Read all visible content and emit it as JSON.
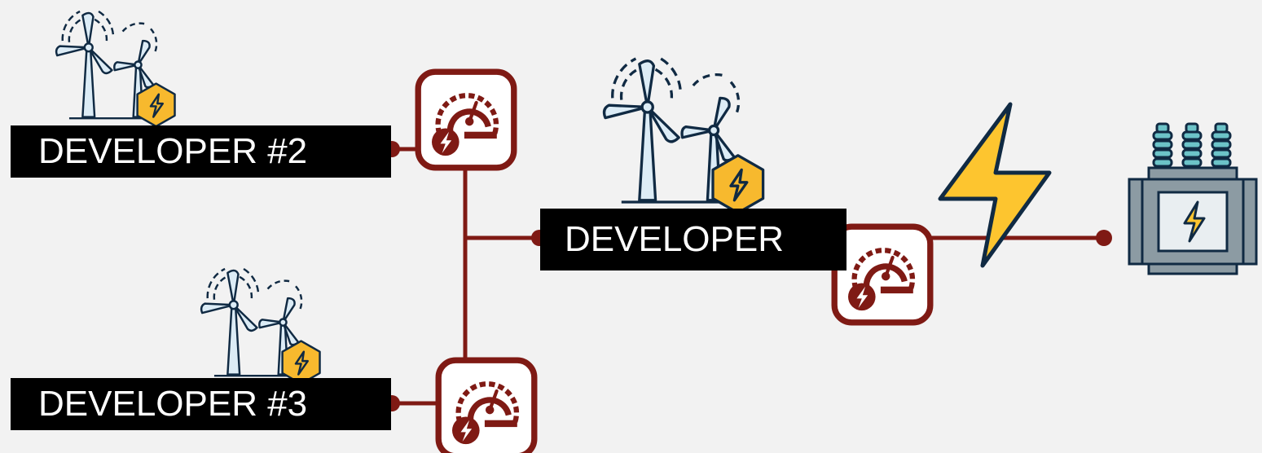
{
  "nodes": {
    "developer_2": {
      "label": "DEVELOPER #2"
    },
    "developer_3": {
      "label": "DEVELOPER #3"
    },
    "developer_main": {
      "label": "DEVELOPER"
    }
  },
  "icons": {
    "wind_farm": "wind-turbine-icon",
    "meter": "power-meter-icon",
    "lightning": "lightning-bolt-icon",
    "transformer": "transformer-icon"
  },
  "colors": {
    "background": "#f2f2f2",
    "line": "#7f1a14",
    "label_bg": "#000000",
    "label_text": "#ffffff",
    "lightning": "#fdc52f",
    "badge": "#f7b92e",
    "transformer_body": "#8c9ba3",
    "insulator": "#6cc3c8"
  }
}
